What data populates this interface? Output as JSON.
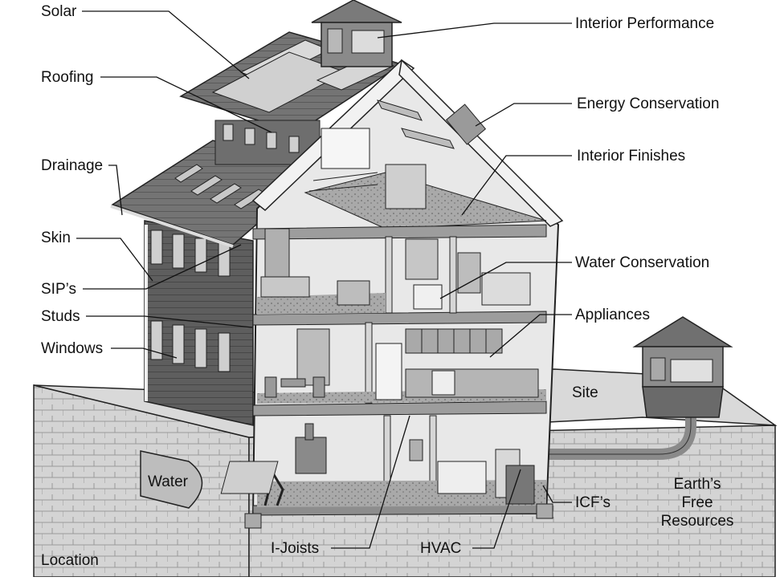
{
  "labels": {
    "solar": "Solar",
    "roofing": "Roofing",
    "drainage": "Drainage",
    "skin": "Skin",
    "sips": "SIP’s",
    "studs": "Studs",
    "windows": "Windows",
    "interior_performance": "Interior Performance",
    "energy_conservation": "Energy Conservation",
    "interior_finishes": "Interior Finishes",
    "water_conservation": "Water Conservation",
    "appliances": "Appliances",
    "site": "Site",
    "water": "Water",
    "earths_free_resources": [
      "Earth’s",
      "Free",
      "Resources"
    ],
    "icfs": "ICF’s",
    "i_joists": "I-Joists",
    "hvac": "HVAC",
    "location": "Location"
  },
  "colors": {
    "roof": "#6f6f6f",
    "siding": "#5e5e5e",
    "ground": "#cfcfcf",
    "wall_light": "#e6e6e6",
    "lines": "#111111"
  }
}
